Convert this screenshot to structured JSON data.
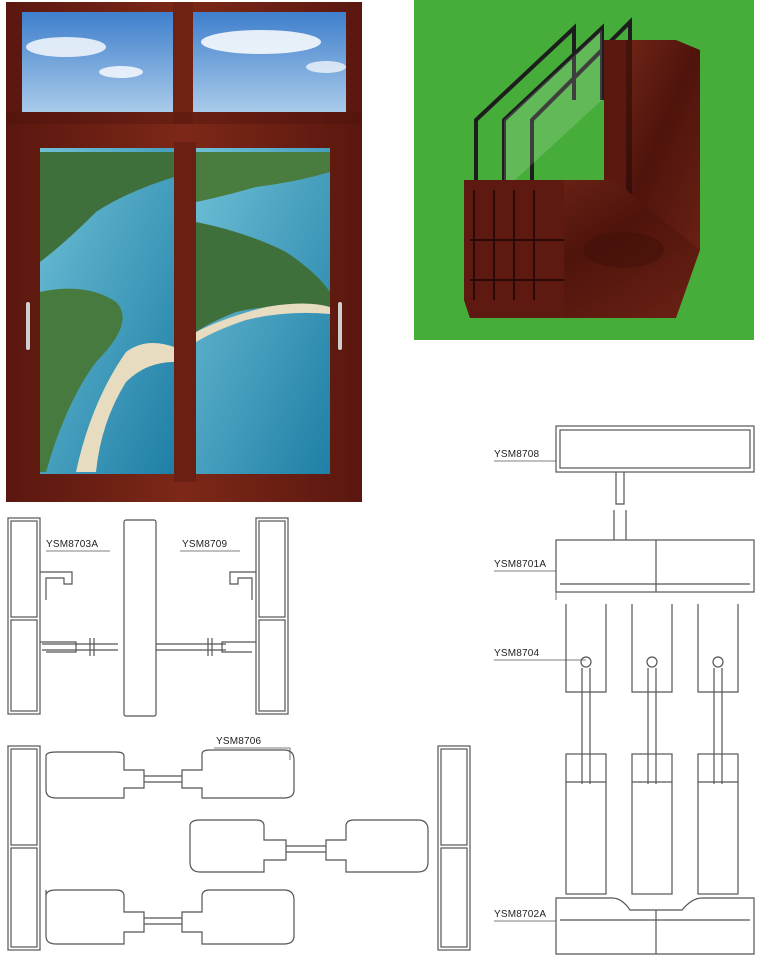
{
  "colors": {
    "frame_wood": "#6e1f14",
    "frame_wood_dark": "#4a120b",
    "green_bg": "#46ad3a",
    "line": "#555555",
    "sky": "#5e9ad8",
    "sea": "#2d8fb0",
    "land": "#3f6f3a",
    "sand": "#e8dcc0"
  },
  "icons": {
    "window": "sliding-window-photo",
    "profile": "profile-cross-section-3d"
  },
  "labels": {
    "ysm8703a": "YSM8703A",
    "ysm8709": "YSM8709",
    "ysm8706": "YSM8706",
    "ysm8708": "YSM8708",
    "ysm8701a": "YSM8701A",
    "ysm8704": "YSM8704",
    "ysm8702a": "YSM8702A"
  }
}
